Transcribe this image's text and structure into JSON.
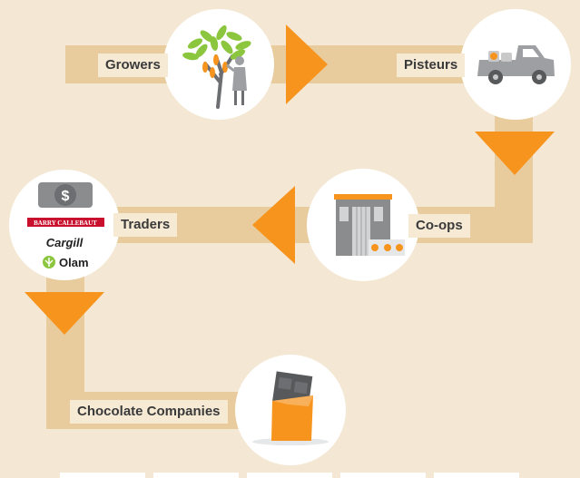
{
  "stages": {
    "growers": "Growers",
    "pisteurs": "Pisteurs",
    "coops": "Co-ops",
    "traders": "Traders",
    "chocolate_companies": "Chocolate Companies"
  },
  "trader_logos": {
    "currency_symbol": "$",
    "barry_callebaut": "BARRY CALLEBAUT",
    "cargill": "Cargill",
    "olam": "Olam"
  },
  "colors": {
    "background": "#f4e8d4",
    "path": "#e8cc9d",
    "arrow": "#f7941d",
    "circle": "#ffffff",
    "label_bg": "#f6ead5",
    "label_text": "#3a3a3a"
  },
  "icons": [
    "cocoa-tree-icon",
    "farmer-icon",
    "pickup-truck-icon",
    "warehouse-icon",
    "money-icon",
    "chocolate-bar-icon"
  ]
}
